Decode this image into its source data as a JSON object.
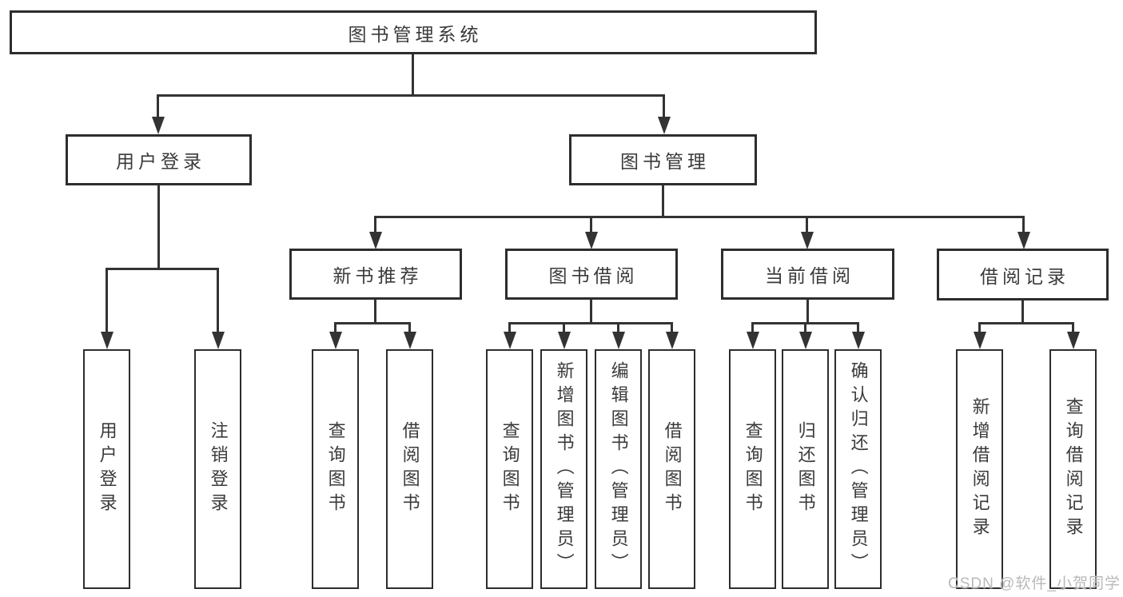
{
  "tree": {
    "title": "图书管理系统",
    "user_login": {
      "label": "用户登录",
      "children": [
        "用户登录",
        "注销登录"
      ]
    },
    "book_management": {
      "label": "图书管理",
      "new_book_recommend": {
        "label": "新书推荐",
        "children": [
          "查询图书",
          "借阅图书"
        ]
      },
      "book_borrow": {
        "label": "图书借阅",
        "children": [
          "查询图书",
          "新增图书（管理员）",
          "编辑图书（管理员）",
          "借阅图书"
        ]
      },
      "current_borrow": {
        "label": "当前借阅",
        "children": [
          "查询图书",
          "归还图书",
          "确认归还（管理员）"
        ]
      },
      "borrow_records": {
        "label": "借阅记录",
        "children": [
          "新增借阅记录",
          "查询借阅记录"
        ]
      }
    }
  },
  "watermark": "CSDN @软件_小贺同学",
  "colors": {
    "line": "#333333",
    "box_border": "#2d2d2d",
    "text": "#3a3a3a",
    "watermark": "#b9b9b9",
    "background": "#ffffff"
  }
}
